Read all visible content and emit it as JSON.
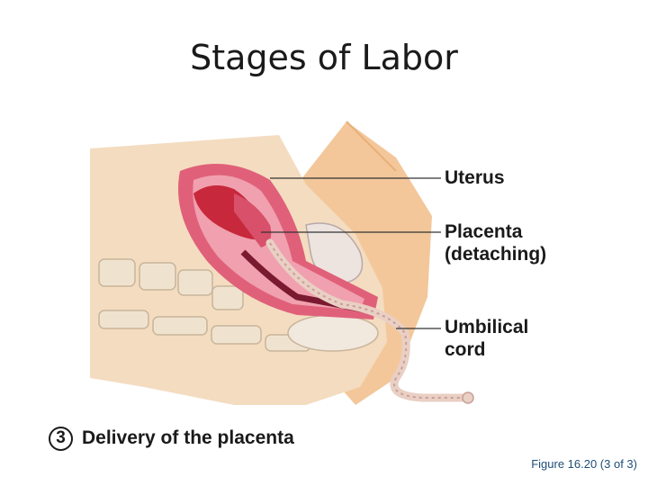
{
  "slide": {
    "title": "Stages of Labor",
    "figure_ref": "Figure 16.20 (3 of 3)"
  },
  "diagram": {
    "labels": {
      "uterus": "Uterus",
      "placenta_line1": "Placenta",
      "placenta_line2": "(detaching)",
      "cord_line1": "Umbilical",
      "cord_line2": "cord"
    },
    "caption": {
      "step_number": "3",
      "text": "Delivery of the placenta"
    }
  },
  "colors": {
    "skin": "#f3c79a",
    "tissue": "#f4dcc0",
    "uterus_wall": "#e0607a",
    "placenta": "#c8283c",
    "cord": "#e9cfc4",
    "leader": "#333333"
  }
}
